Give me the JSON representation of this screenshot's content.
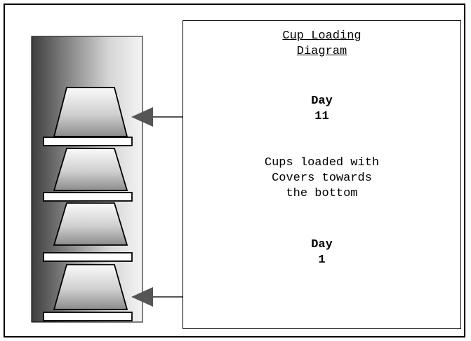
{
  "diagram": {
    "title_line1": "Cup Loading",
    "title_line2": "Diagram",
    "top_label": "Day",
    "top_value": "11",
    "description_line1": "Cups loaded with",
    "description_line2": "Covers towards",
    "description_line3": "the bottom",
    "bottom_label": "Day",
    "bottom_value": "1"
  },
  "colors": {
    "ink": "#000000",
    "rack_dark": "#5a5a5a",
    "cup_fill": "#d9d9d9",
    "arrow": "#555555"
  }
}
